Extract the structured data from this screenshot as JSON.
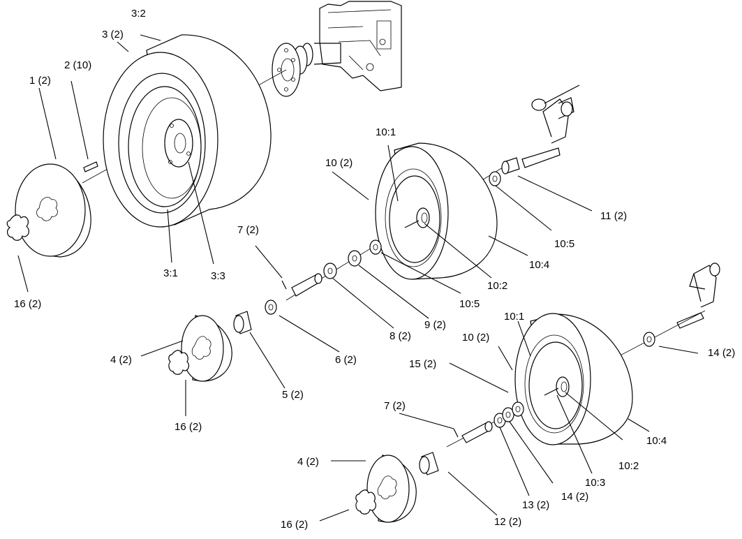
{
  "labels": {
    "l_3_2": "3:2",
    "l_3_2q": "3 (2)",
    "l_2_10": "2 (10)",
    "l_1_2": "1 (2)",
    "l_16_a": "16 (2)",
    "l_3_1": "3:1",
    "l_3_3": "3:3",
    "l_7_a": "7 (2)",
    "l_10_1a": "10:1",
    "l_10_2q_a": "10 (2)",
    "l_11_2": "11 (2)",
    "l_10_5a": "10:5",
    "l_10_4a": "10:4",
    "l_10_2a": "10:2",
    "l_10_5b": "10:5",
    "l_9_2": "9 (2)",
    "l_8_2": "8 (2)",
    "l_6_2": "6 (2)",
    "l_5_2": "5 (2)",
    "l_4_a": "4 (2)",
    "l_16_b": "16 (2)",
    "l_10_1b": "10:1",
    "l_10_2q_b": "10 (2)",
    "l_15_2": "15 (2)",
    "l_14_a": "14 (2)",
    "l_7_b": "7 (2)",
    "l_10_4b": "10:4",
    "l_10_2b": "10:2",
    "l_10_3": "10:3",
    "l_14_b": "14 (2)",
    "l_13_2": "13 (2)",
    "l_12_2": "12 (2)",
    "l_4_b": "4 (2)",
    "l_16_c": "16 (2)"
  }
}
